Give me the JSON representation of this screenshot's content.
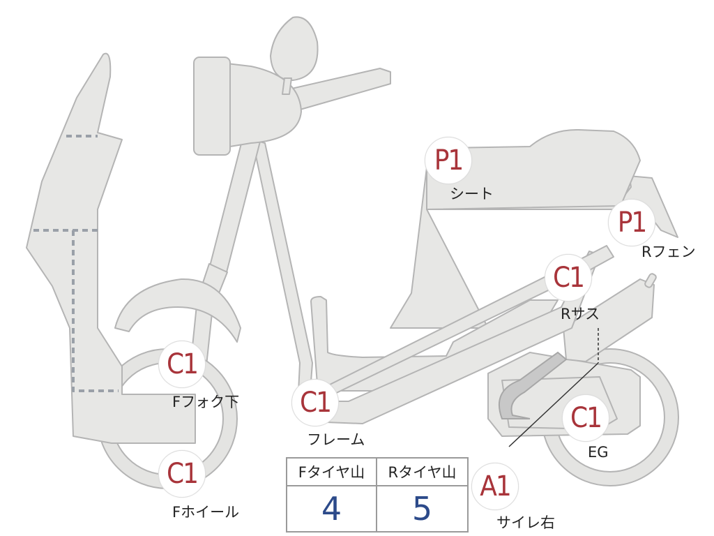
{
  "markers": {
    "seat": {
      "grade": "P1",
      "label": "シート"
    },
    "rear_fender": {
      "grade": "P1",
      "label": "Rフェン"
    },
    "rear_suspension": {
      "grade": "C1",
      "label": "Rサス"
    },
    "front_fork_lower": {
      "grade": "C1",
      "label": "Fフォク下"
    },
    "frame": {
      "grade": "C1",
      "label": "フレーム"
    },
    "engine": {
      "grade": "C1",
      "label": "EG"
    },
    "front_wheel": {
      "grade": "C1",
      "label": "Fホイール"
    },
    "muffler_right": {
      "grade": "A1",
      "label": "サイレ右"
    }
  },
  "tread_table": {
    "front_header": "Fタイヤ山",
    "rear_header": "Rタイヤ山",
    "front_value": "4",
    "rear_value": "5"
  },
  "colors": {
    "part_fill": "#e7e7e5",
    "part_stroke": "#b4b4b4",
    "grade_text": "#a8343a",
    "value_text": "#2c4a8a"
  }
}
